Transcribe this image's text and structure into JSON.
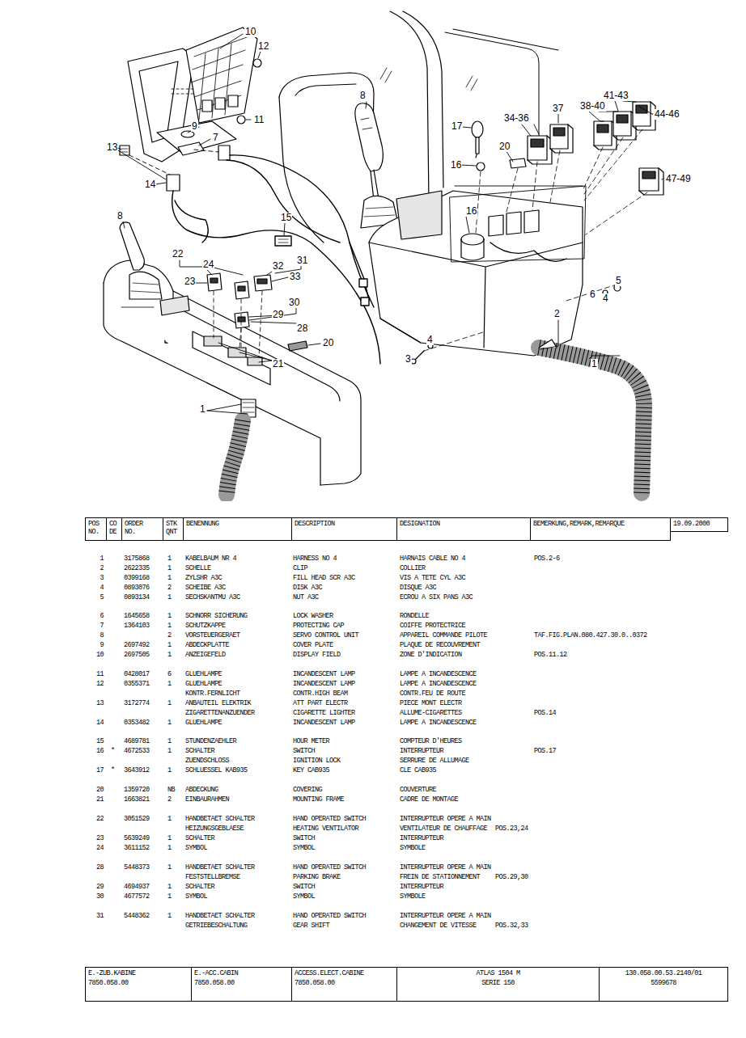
{
  "diagram": {
    "nodes": [
      {
        "text": [
          "POS NO."
        ]
      },
      {
        "text": [
          "CO DE"
        ]
      },
      {
        "text": [
          "ORDER NO."
        ]
      },
      {
        "text": [
          "STK QNT"
        ]
      },
      {
        "text": [
          "BENENNUNG"
        ]
      },
      {
        "text": [
          "DESCRIPTION"
        ]
      },
      {
        "text": [
          "DESIGNATION"
        ]
      },
      {
        "text": [
          "BEMERKUNG,REMARK,REMARQUE"
        ]
      },
      {
        "text": [
          "19.09.2000"
        ]
      },
      {
        "text": [
          "E.-ZUB.KABINE",
          "7850.058.00"
        ]
      },
      {
        "text": [
          "E.-ACC.CABIN",
          "7850.058.00"
        ]
      },
      {
        "text": [
          "ACCESS.ELECT.CABINE",
          "7850.058.00"
        ]
      },
      {
        "text": [
          "ATLAS 1504 M",
          "SERIE 150"
        ]
      },
      {
        "text": [
          "130.058.00.53.2140/01",
          "5599678"
        ]
      }
    ],
    "labels": [
      "10",
      "12",
      "11",
      "9",
      "7",
      "13",
      "14",
      "8",
      "8",
      "15",
      "22",
      "24",
      "23",
      "32",
      "31",
      "33",
      "30",
      "29",
      "28",
      "21",
      "20",
      "1",
      "17",
      "34-36",
      "37",
      "38-40",
      "41-43",
      "44-46",
      "20",
      "16",
      "47-49",
      "16",
      "6",
      "4",
      "5",
      "2",
      "3",
      "4",
      "1",
      "1",
      "3175868",
      "1",
      "KABELBAUM NR 4",
      "HARNESS NO 4",
      "HARNAIS CABLE NO 4",
      "POS.2-6",
      "2",
      "2622335",
      "1",
      "SCHELLE",
      "CLIP",
      "COLLIER",
      "3",
      "0399168",
      "1",
      "ZYLSHR A3C",
      "FILL HEAD SCR A3C",
      "VIS A TETE CYL A3C",
      "4",
      "0893076",
      "2",
      "SCHEIBE A3C",
      "DISK A3C",
      "DISQUE A3C",
      "5",
      "0893134",
      "1",
      "SECHSKANTMU A3C",
      "NUT A3C",
      "ECROU A SIX PANS A3C",
      "6",
      "1645658",
      "1",
      "SCHNORR SICHERUNG",
      "LOCK WASHER",
      "RONDELLE",
      "7",
      "1364103",
      "1",
      "SCHUTZKAPPE",
      "PROTECTING CAP",
      "COIFFE PROTECTRICE",
      "8",
      "2",
      "VORSTEUERGERAET",
      "SERVO CONTROL UNIT",
      "APPAREIL COMMANDE PILOTE",
      "TAF.FIG.PLAN.080.427.30.0..0372",
      "9",
      "2697492",
      "1",
      "ABDECKPLATTE",
      "COVER PLATE",
      "PLAQUE DE RECOUVREMENT",
      "10",
      "2697505",
      "1",
      "ANZEIGEFELD",
      "DISPLAY FIELD",
      "ZONE D'INDICATION",
      "POS.11.12",
      "11",
      "0428017",
      "6",
      "GLUEHLAMPE",
      "INCANDESCENT LAMP",
      "LAMPE A INCANDESCENCE",
      "12",
      "0355371",
      "1",
      "GLUEHLAMPE",
      "INCANDESCENT LAMP",
      "LAMPE A INCANDESCENCE",
      "KONTR.FERNLICHT",
      "CONTR.HIGH BEAM",
      "CONTR.FEU DE ROUTE",
      "13",
      "3172774",
      "1",
      "ANBAUTEIL ELEKTRIK",
      "ATT PART ELECTR",
      "PIECE MONT ELECTR",
      "ZIGARETTENANZUENDER",
      "CIGARETTE LIGHTER",
      "ALLUME-CIGARETTES",
      "POS.14",
      "14",
      "0353482",
      "1",
      "GLUEHLAMPE",
      "INCANDESCENT LAMP",
      "LAMPE A INCANDESCENCE",
      "15",
      "4689781",
      "1",
      "STUNDENZAEHLER",
      "HOUR METER",
      "COMPTEUR D'HEURES",
      "16",
      "*",
      "4672533",
      "1",
      "SCHALTER",
      "SWITCH",
      "INTERRUPTEUR",
      "POS.17",
      "ZUENDSCHLOSS",
      "IGNITION LOCK",
      "SERRURE DE ALLUMAGE",
      "17",
      "*",
      "3643912",
      "1",
      "SCHLUESSEL KAB935",
      "KEY CAB935",
      "CLE CAB935",
      "20",
      "1359720",
      "NB",
      "ABDECKUNG",
      "COVERING",
      "COUVERTURE",
      "21",
      "1663821",
      "2",
      "EINBAURAHMEN",
      "MOUNTING FRAME",
      "CADRE DE MONTAGE",
      "22",
      "3051529",
      "1",
      "HANDBETAET SCHALTER",
      "HAND OPERATED SWITCH",
      "INTERRUPTEUR OPERE A MAIN",
      "HEIZUNGSGEBLAESE",
      "HEATING VENTILATOR",
      "VENTILATEUR DE CHAUFFAGE",
      "POS.23,24",
      "23",
      "5639249",
      "1",
      "SCHALTER",
      "SWITCH",
      "INTERRUPTEUR",
      "24",
      "3611152",
      "1",
      "SYMBOL",
      "SYMBOL",
      "SYMBOLE",
      "28",
      "5448373",
      "1",
      "HANDBETAET SCHALTER",
      "HAND OPERATED SWITCH",
      "INTERRUPTEUR OPERE A MAIN",
      "FESTSTELLBREMSE",
      "PARKING BRAKE",
      "FREIN DE STATIONNEMENT",
      "POS.29,30",
      "29",
      "4694937",
      "1",
      "SCHALTER",
      "SWITCH",
      "INTERRUPTEUR",
      "30",
      "4677572",
      "1",
      "SYMBOL",
      "SYMBOL",
      "SYMBOLE",
      "31",
      "5448362",
      "1",
      "HANDBETAET SCHALTER",
      "HAND OPERATED SWITCH",
      "INTERRUPTEUR OPERE A MAIN",
      "GETRIEBESCHALTUNG",
      "GEAR SHIFT",
      "CHANGEMENT DE VITESSE",
      "POS.32,33"
    ]
  }
}
